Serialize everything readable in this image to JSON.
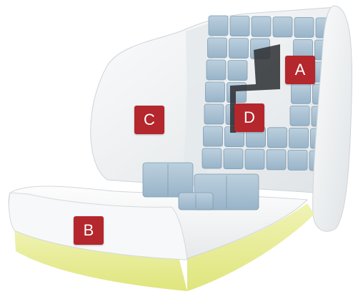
{
  "colors": {
    "label_bg": "#b3272d",
    "foam_white": "#f4f5f6",
    "foam_shadow": "#d9dde1",
    "gel_blue": "#a9c1d3",
    "gel_blue_dark": "#7f9cb3",
    "base_yellow": "#e8ed8e",
    "frame_dark": "#2b2e31"
  },
  "labels": {
    "a": "A",
    "b": "B",
    "c": "C",
    "d": "D"
  }
}
